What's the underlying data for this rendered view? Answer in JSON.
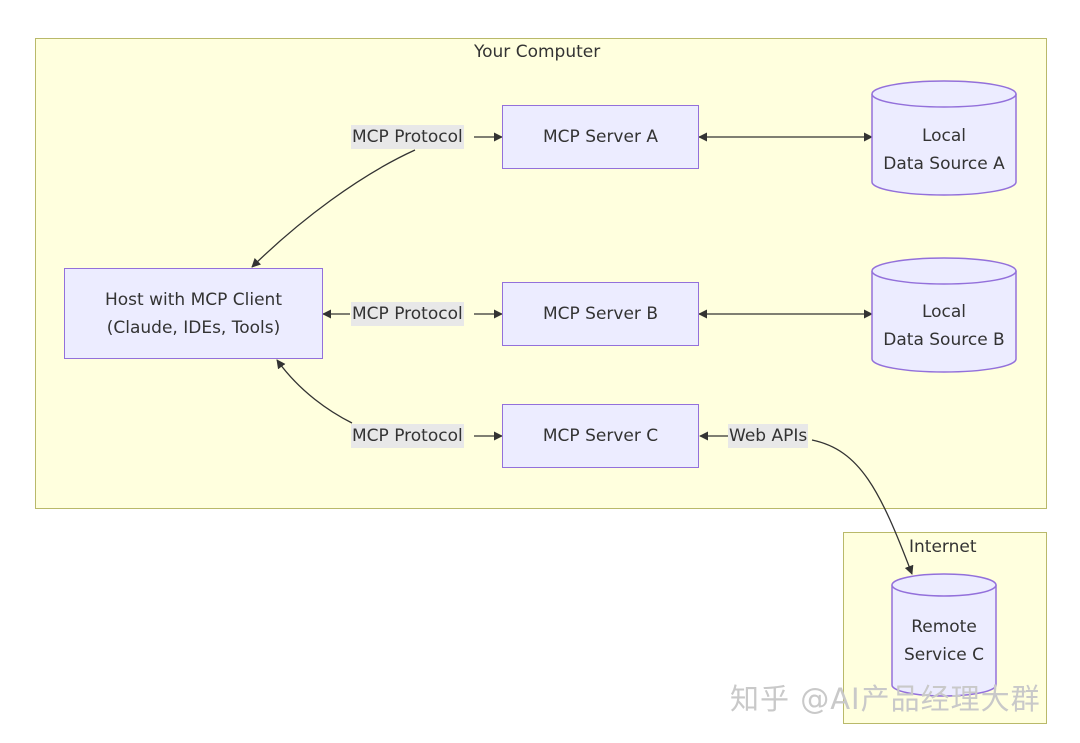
{
  "clusters": {
    "computer": "Your Computer",
    "internet": "Internet"
  },
  "nodes": {
    "host": [
      "Host with MCP Client",
      "(Claude, IDEs, Tools)"
    ],
    "server_a": "MCP Server A",
    "server_b": "MCP Server B",
    "server_c": "MCP Server C",
    "data_a": [
      "Local",
      "Data Source A"
    ],
    "data_b": [
      "Local",
      "Data Source B"
    ],
    "remote_c": [
      "Remote",
      "Service C"
    ]
  },
  "edges": {
    "protocol_a": "MCP Protocol",
    "protocol_b": "MCP Protocol",
    "protocol_c": "MCP Protocol",
    "web_apis": "Web APIs"
  },
  "watermark": "知乎 @AI产品经理大群",
  "colors": {
    "cluster_fill": "#ffffde",
    "cluster_border": "#b9b96a",
    "node_fill": "#ececff",
    "node_border": "#9370db",
    "edge": "#333333",
    "label_bg": "#e8e8e8"
  }
}
